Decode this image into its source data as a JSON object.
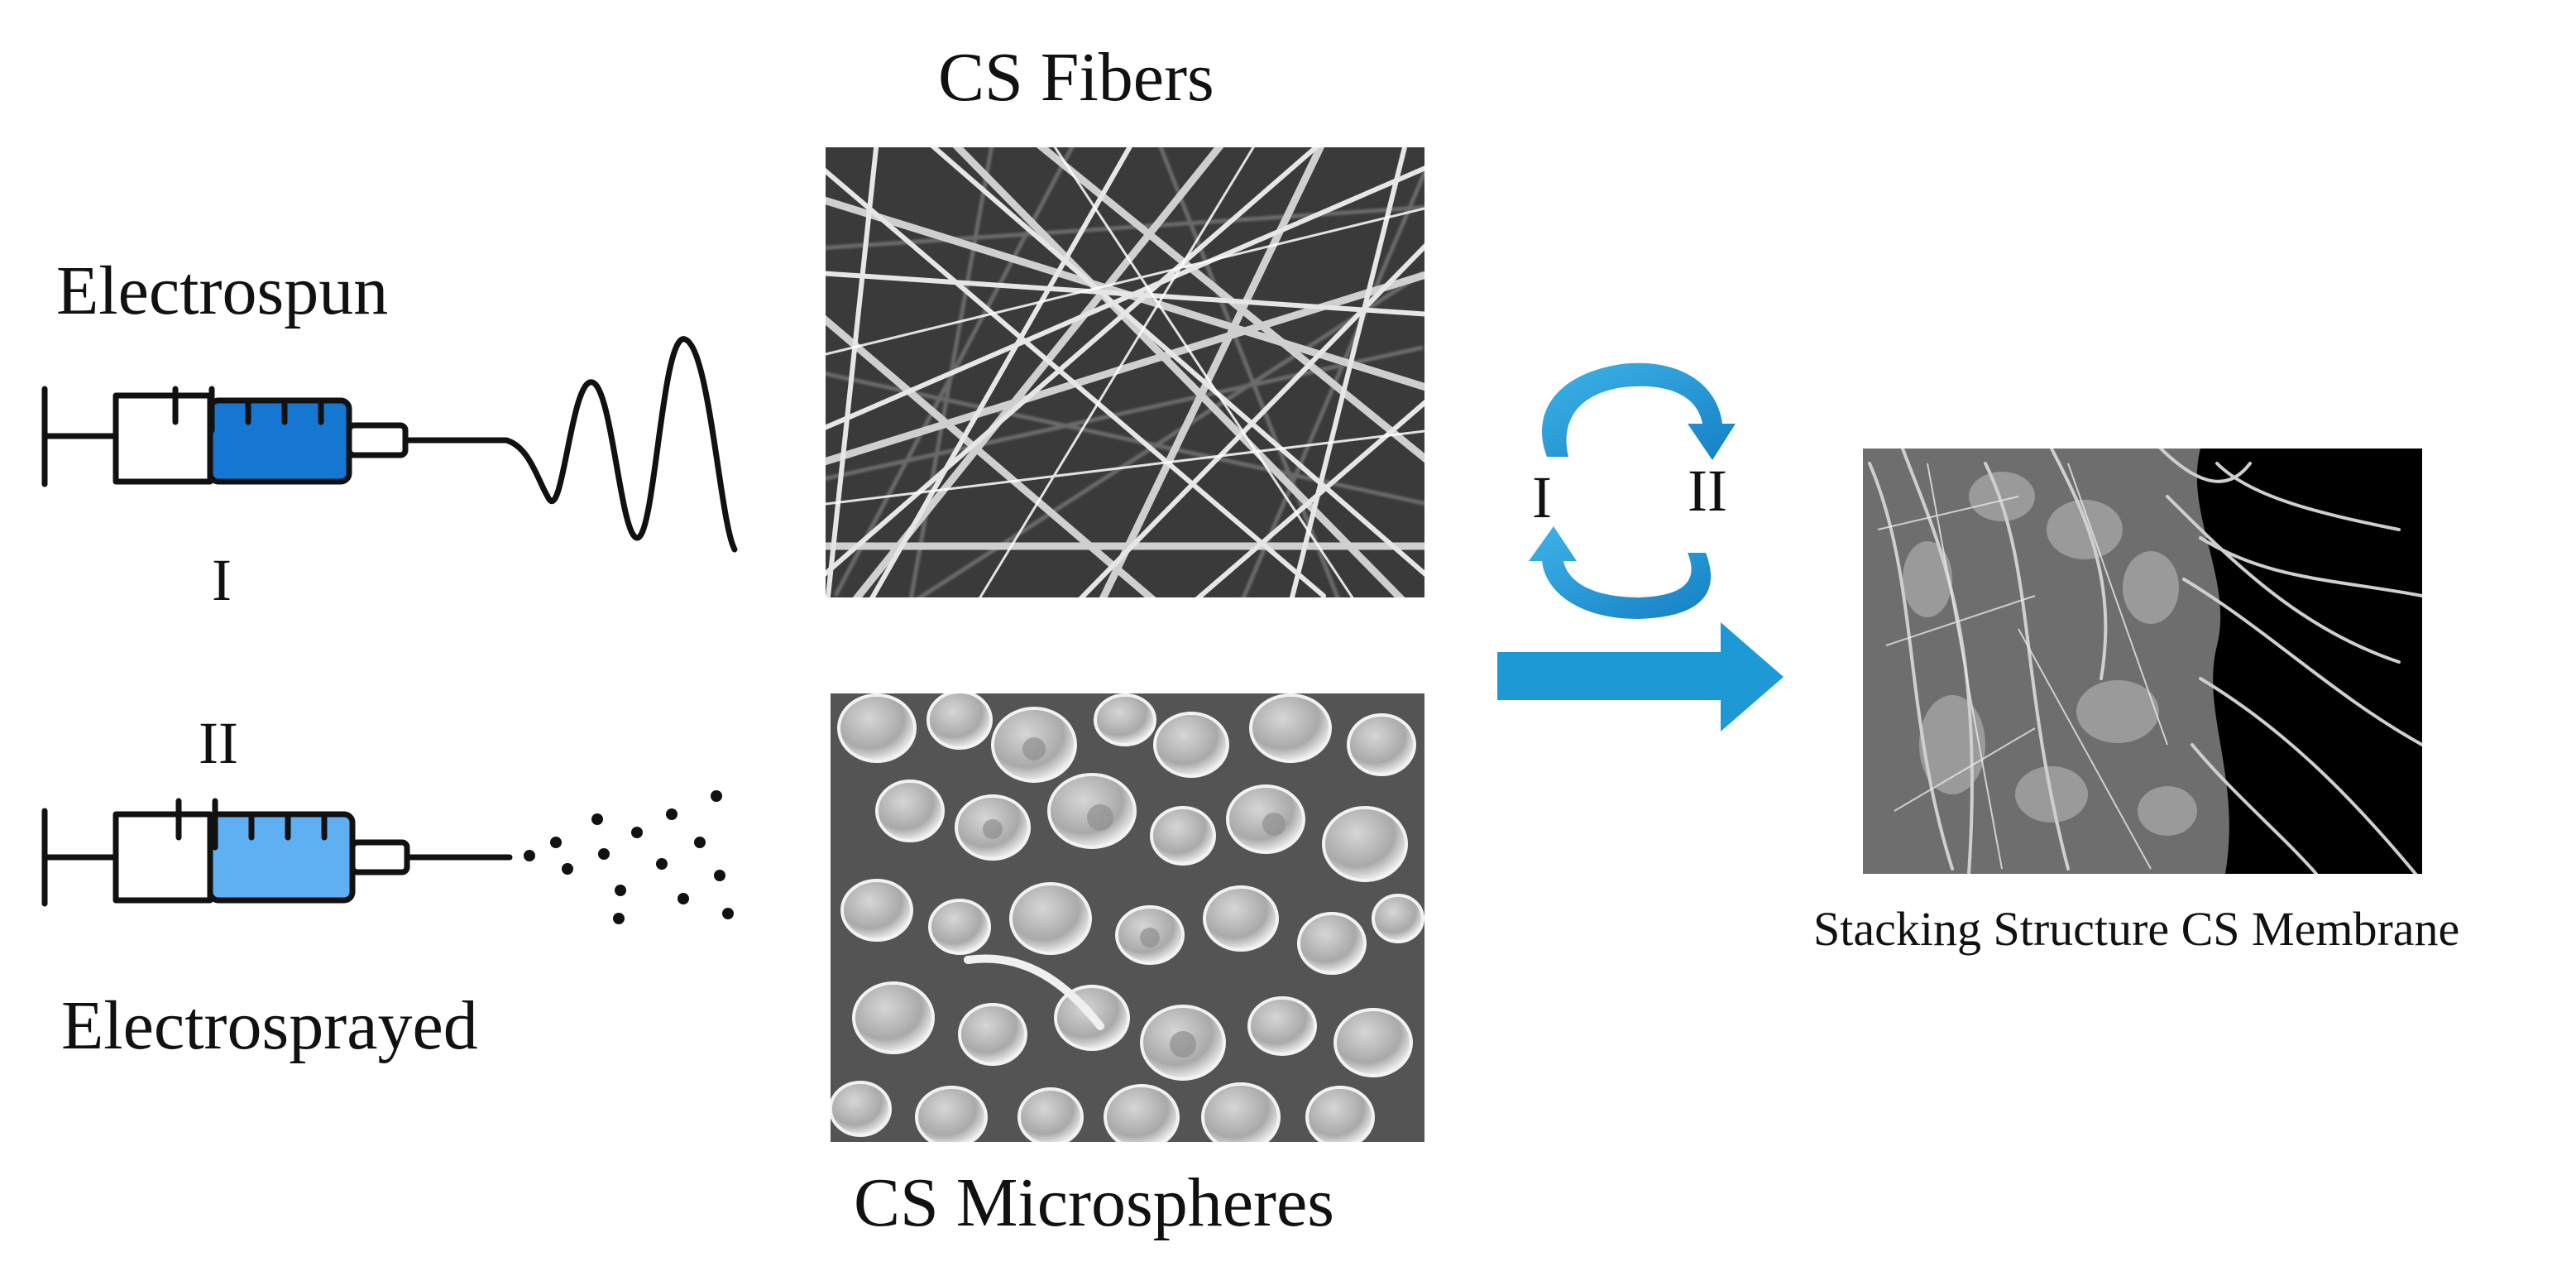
{
  "labels": {
    "electrospun": "Electrospun",
    "electrosprayed": "Electrosprayed",
    "syringe_one": "I",
    "syringe_two": "II",
    "fibers_title": "CS Fibers",
    "microspheres_title": "CS Microspheres",
    "cycle_one": "I",
    "cycle_two": "II",
    "membrane_caption": "Stacking Structure CS Membrane"
  },
  "colors": {
    "syringe_one_fill": "#1677d2",
    "syringe_two_fill": "#5fb0f2",
    "arrow": "#1d9ad6",
    "membrane_background": "#000000"
  }
}
